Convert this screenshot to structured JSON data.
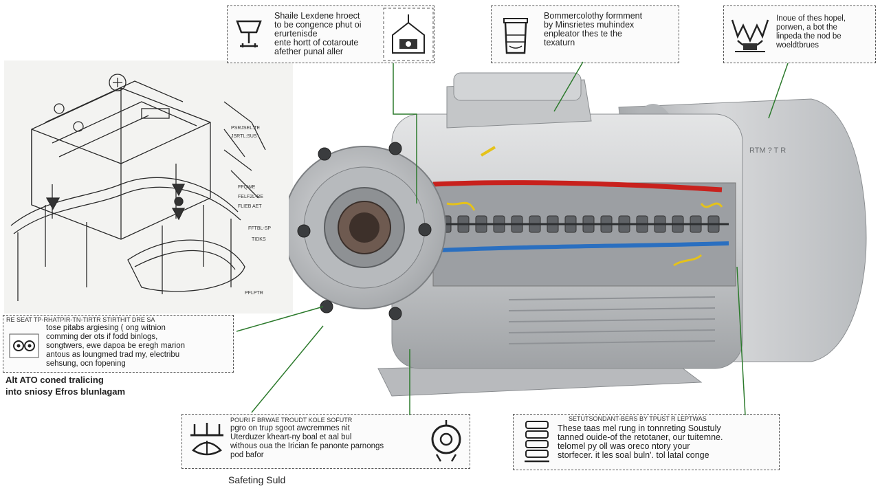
{
  "callouts": {
    "top_center": {
      "text": "Shaile Lexdene hroect\nto be congence phut oi\nerurtenisde\nente hortt of cotaroute\nafether punal aller"
    },
    "top_right_center": {
      "text": "Bommercolothy formment\nby Minsrietes muhindex\nenpleator thes te the\ntexaturn"
    },
    "top_right": {
      "text": "Inoue of thes hopel,\nporwen, a bot the\nlinpeda the nod be\nwoeldtbrues"
    },
    "left_mid": {
      "header": "RE SEAT TP-RHATPIR-TN-TIRTR STIRTHIT DRE SA",
      "text": "tose pitabs argiesing ( ong witnion\ncomming der ots if fodd binlogs,\nsongtwers, ewe dapoa be eregh marion\nantous as loungmed trad my, electribu\nsehsung, ocn fopening"
    },
    "bottom_center": {
      "header": "POURI F BRWAE TROUDT KOLE SOFUTR",
      "text": "pgro on trup sgoot awcremmes nit\nUterduzer kheart-ny boal et aal bul\nwithous oua the Irician fe panonte parnongs\npod bafor"
    },
    "bottom_right": {
      "header": "SETUTSONDANT-BERS BY TPUST R LEPTWAS",
      "text": "These taas mel rung in tonnreting Soustuly\ntanned ouide-of the retotaner, our tuitemne.\ntelomel py oll was oreco ntory your\nstorfecer. it les soal buln'. tol latal conge"
    }
  },
  "captions": {
    "left": "Alt ATO coned tralicing\ninto sniosy Efros blunlagam",
    "bottom": "Safeting Suld"
  },
  "sketch": {
    "labels": [
      "PSRJSEL:TE",
      "JSRTL:SUS",
      "FFQWE",
      "FELF2L-RE",
      "FLIEB AET",
      "FFTBL-SP",
      "TIDKS",
      "PFLPTR"
    ]
  },
  "colors": {
    "motor_body": "#c9cbcd",
    "wire_red": "#c8211d",
    "wire_blue": "#2a6fc0",
    "wire_yellow": "#e5c21a",
    "leader_line": "#2c7a2c",
    "callout_border": "#555555"
  }
}
